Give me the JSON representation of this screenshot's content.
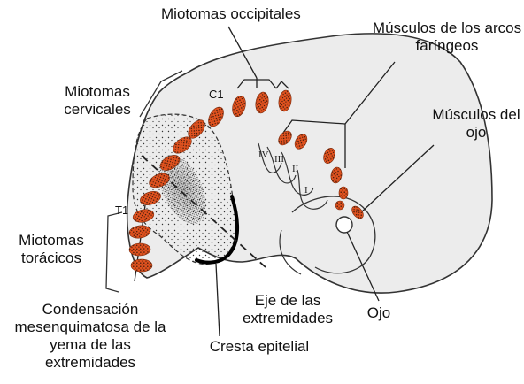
{
  "labels": {
    "occipital_myotomes": "Miotomas occipitales",
    "pharyngeal_arch_muscles": "Músculos de los arcos faríngeos",
    "cervical_myotomes": "Miotomas cervicales",
    "eye_muscles": "Músculos del ojo",
    "thoracic_myotomes": "Miotomas torácicos",
    "limb_axis": "Eje de las extremidades",
    "eye": "Ojo",
    "mesenchymal_condensation": "Condensación mesenquimatosa de la yema de las extremidades",
    "epithelial_ridge": "Cresta epitelial",
    "c1": "C1",
    "t1": "T1",
    "arch_I": "I",
    "arch_II": "II",
    "arch_III": "III",
    "arch_IV": "IV"
  },
  "colors": {
    "myotome_fill": "#e0521f",
    "myotome_dot": "#2a1208",
    "embryo_fill": "#ececec",
    "outline": "#333333",
    "ridge": "#000000"
  }
}
